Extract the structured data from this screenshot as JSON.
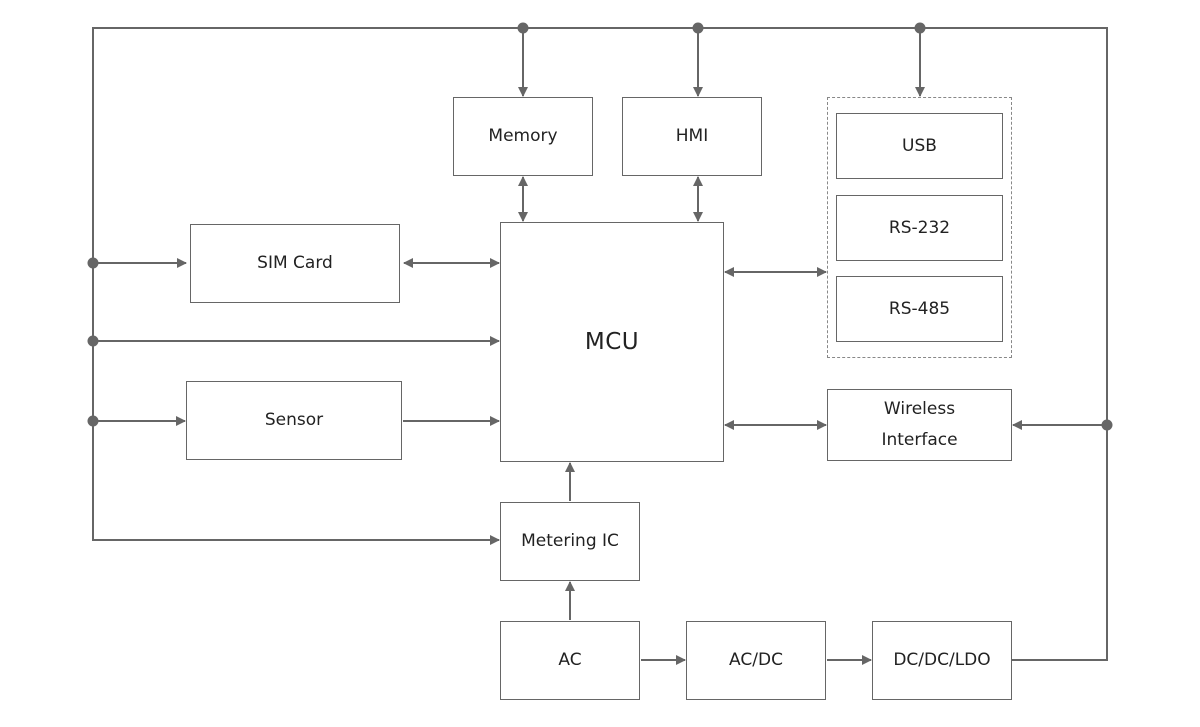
{
  "diagram": {
    "blocks": {
      "memory": "Memory",
      "hmi": "HMI",
      "usb": "USB",
      "rs232": "RS-232",
      "rs485": "RS-485",
      "sim": "SIM Card",
      "mcu": "MCU",
      "sensor": "Sensor",
      "wireless": "Wireless\nInterface",
      "metering": "Metering IC",
      "ac": "AC",
      "acdc": "AC/DC",
      "dcdc": "DC/DC/LDO"
    },
    "colors": {
      "line": "#666666",
      "border": "#666666",
      "text": "#222222"
    }
  }
}
